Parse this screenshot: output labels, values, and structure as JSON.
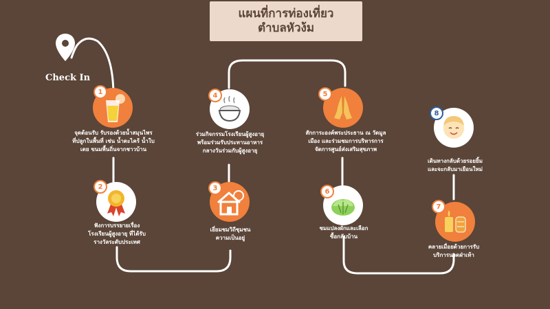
{
  "title": {
    "line1": "แผนที่การท่องเที่ยว",
    "line2": "ตำบลหัวง้ม"
  },
  "start_label": "Check In",
  "colors": {
    "background": "#5a4538",
    "accent": "#f0803c",
    "title_box": "#ecd9cb",
    "number_blue": "#2f5d9a"
  },
  "steps": [
    {
      "number": "1",
      "icon": "juice-glass-icon",
      "lines": [
        "จุดต้อนรับ รับรองด้วยน้ำสมุนไพร",
        "ที่ปลูกในพื้นที่ เช่น น้ำตะไคร้ น้ำใบ",
        "เตย ขนมพื้นถิ่นจากชาวบ้าน"
      ]
    },
    {
      "number": "2",
      "icon": "award-medal-icon",
      "lines": [
        "ฟังการบรรยายเรื่อง",
        "โรงเรียนผู้สูงอายุ ที่ได้รับ",
        "รางวัลระดับประเทศ"
      ]
    },
    {
      "number": "3",
      "icon": "house-tree-icon",
      "lines": [
        "เยี่ยมชมวิถีชุมชน",
        "ความเป็นอยู่"
      ]
    },
    {
      "number": "4",
      "icon": "rice-bowl-icon",
      "lines": [
        "ร่วมกิจกรรมโรงเรียนผู้สูงอายุ",
        "พร้อมร่วมรับประทานอาหาร",
        "กลางวันร่วมกับผู้สูงอายุ"
      ]
    },
    {
      "number": "5",
      "icon": "praying-hands-icon",
      "lines": [
        "สักการะองค์พระประธาน ณ วัดมูล",
        "เมือง และร่วมชมการบริหารการ",
        "จัดการศูนย์ส่งเสริมสุขภาพ"
      ]
    },
    {
      "number": "6",
      "icon": "cabbage-icon",
      "lines": [
        "ชมแปลงผักและเลือก",
        "ซื้อกลับบ้าน"
      ]
    },
    {
      "number": "7",
      "icon": "massage-candle-icon",
      "lines": [
        "คลายเมื่อยด้วยการรับ",
        "บริการนวดฝ่าเท้า"
      ]
    },
    {
      "number": "8",
      "icon": "smiling-face-icon",
      "lines": [
        "เดินทางกลับด้วยรอยยิ้ม",
        "และจะกลับมาเยือนใหม่"
      ]
    }
  ]
}
